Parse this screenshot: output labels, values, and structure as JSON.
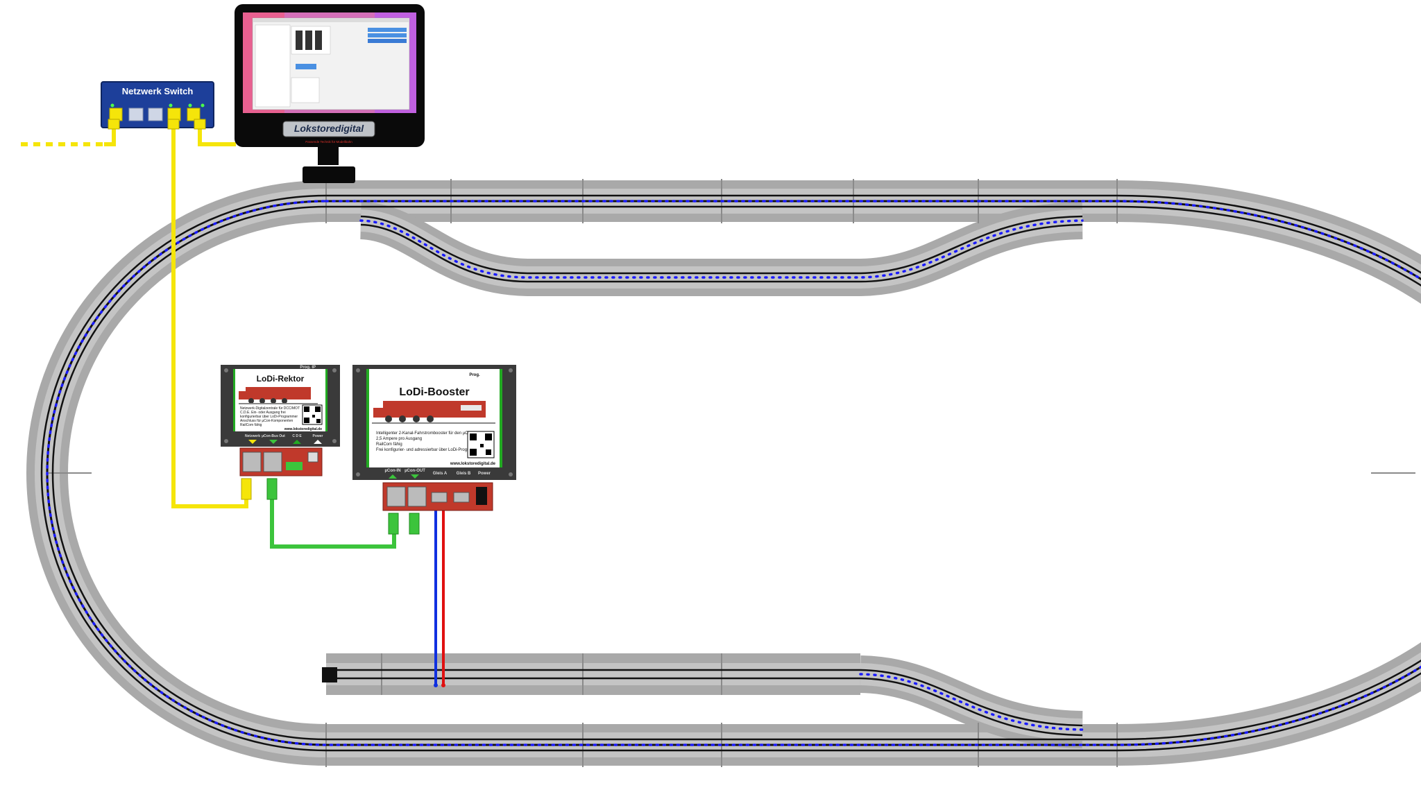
{
  "switch": {
    "label": "Netzwerk Switch"
  },
  "monitor": {
    "brand_logo": "Lokstoredigital",
    "brand_tagline": "Passende Technik für Modellbahn"
  },
  "rektor": {
    "title": "LoDi-Rektor",
    "top_label": "Prog. IP",
    "features": [
      "Netzwerk-Digitalzentrale für DCC/MOT",
      "C.D.E. Ein- oder Ausgang frei",
      "konfigurierbar über LoDi-Programmer",
      "Anschluss für µCon-Komponenten",
      "RailCom fähig"
    ],
    "url": "www.lokstoredigital.de",
    "ports": [
      "Netzwerk",
      "µCon-Bus Out",
      "C D E",
      "Power"
    ],
    "qr_icon": "qr-code-icon",
    "loco_icon": "locomotive-icon"
  },
  "booster": {
    "title": "LoDi-Booster",
    "top_label": "Prog.",
    "features": [
      "Intelligenter 2-Kanal-Fahrstrombooster für den µCon-Bus",
      "2,5 Ampere pro Ausgang",
      "RailCom fähig",
      "Frei konfigurier- und adressierbar über LoDi-Programmer"
    ],
    "url": "www.lokstoredigital.de",
    "ports": [
      "µCon-IN",
      "µCon-OUT",
      "Gleis A",
      "Gleis B",
      "Power"
    ],
    "qr_icon": "qr-code-icon",
    "loco_icon": "locomotive-icon"
  },
  "colors": {
    "network_cable": "#f5e50a",
    "bus_cable": "#3cc43c",
    "track_feed_red": "#e01010",
    "track_feed_blue": "#1030e0",
    "track_bed": "#a9a9a9",
    "feedback_dots": "#1a1aff",
    "device_red": "#c0392b",
    "switch_blue": "#1d3f9a",
    "device_accent_green": "#22aa22"
  }
}
